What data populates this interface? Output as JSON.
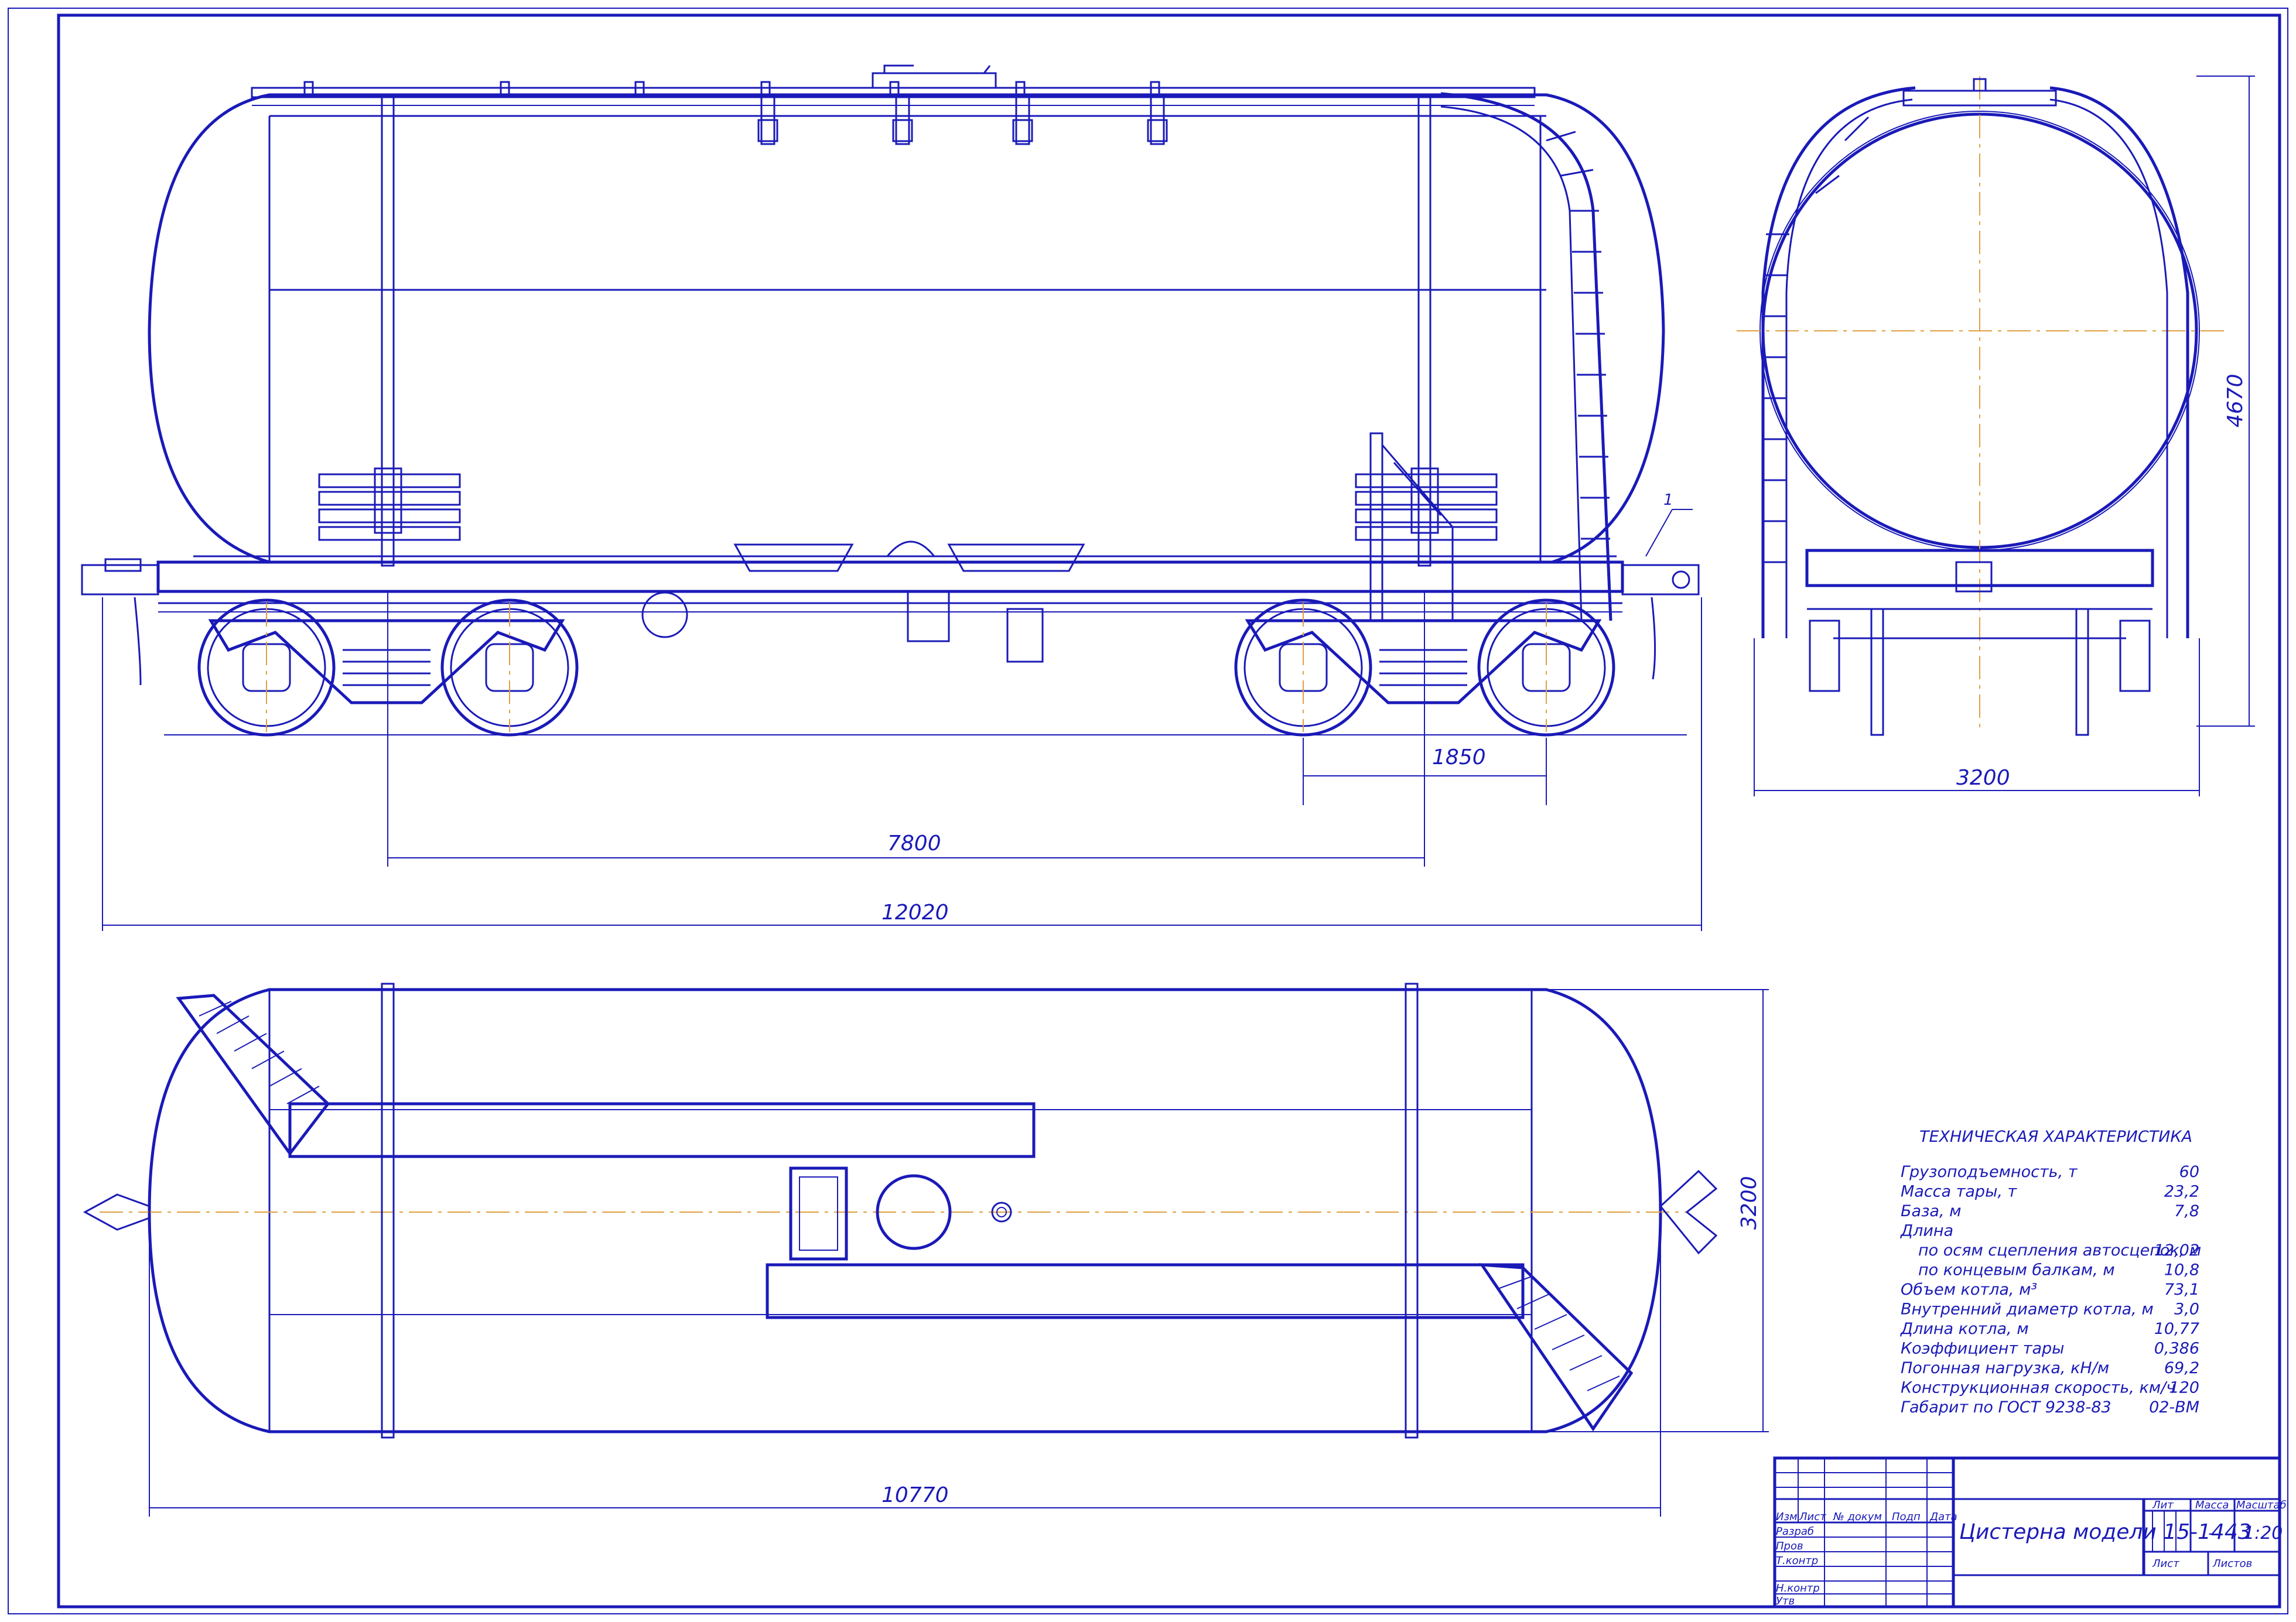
{
  "colors": {
    "line": "#1a1ab8",
    "axis": "#e0a040",
    "paper": "#ffffff"
  },
  "dimensions": {
    "bogie_base": "1850",
    "truck_centers": "7800",
    "coupler_length": "12020",
    "end_width": "3200",
    "end_height": "4670",
    "plan_length": "10770",
    "plan_width": "3200",
    "callout": "1"
  },
  "spec": {
    "title": "ТЕХНИЧЕСКАЯ ХАРАКТЕРИСТИКА",
    "rows": [
      {
        "label": "Грузоподъемность, т",
        "value": "60",
        "indent": false
      },
      {
        "label": "Масса тары, т",
        "value": "23,2",
        "indent": false
      },
      {
        "label": "База, м",
        "value": "7,8",
        "indent": false
      },
      {
        "label": "Длина",
        "value": "",
        "indent": false
      },
      {
        "label": "по осям сцепления автосцепок, м",
        "value": "12,02",
        "indent": true
      },
      {
        "label": "по концевым балкам, м",
        "value": "10,8",
        "indent": true
      },
      {
        "label": "Объем котла, м³",
        "value": "73,1",
        "indent": false
      },
      {
        "label": "Внутренний диаметр котла, м",
        "value": "3,0",
        "indent": false
      },
      {
        "label": "Длина котла, м",
        "value": "10,77",
        "indent": false
      },
      {
        "label": "Коэффициент тары",
        "value": "0,386",
        "indent": false
      },
      {
        "label": "Погонная нагрузка, кН/м",
        "value": "69,2",
        "indent": false
      },
      {
        "label": "Конструкционная скорость, км/ч",
        "value": "120",
        "indent": false
      },
      {
        "label": "Габарит по ГОСТ 9238-83",
        "value": "02-ВМ",
        "indent": false
      }
    ]
  },
  "titleblock": {
    "name": "Цистерна модели 15-1443",
    "col_izm": "Изм",
    "col_list": "Лист",
    "col_doc": "№ докум",
    "col_podp": "Подп",
    "col_data": "Дата",
    "row_razrab": "Разраб",
    "row_prov": "Пров",
    "row_tkontr": "Т.контр",
    "row_nkontr": "Н.контр",
    "row_utv": "Утв",
    "lit": "Лит",
    "massa": "Масса",
    "masshtab": "Масштаб",
    "massa_val": "-",
    "scale_val": "1:20",
    "list": "Лист",
    "listov": "Листов"
  }
}
